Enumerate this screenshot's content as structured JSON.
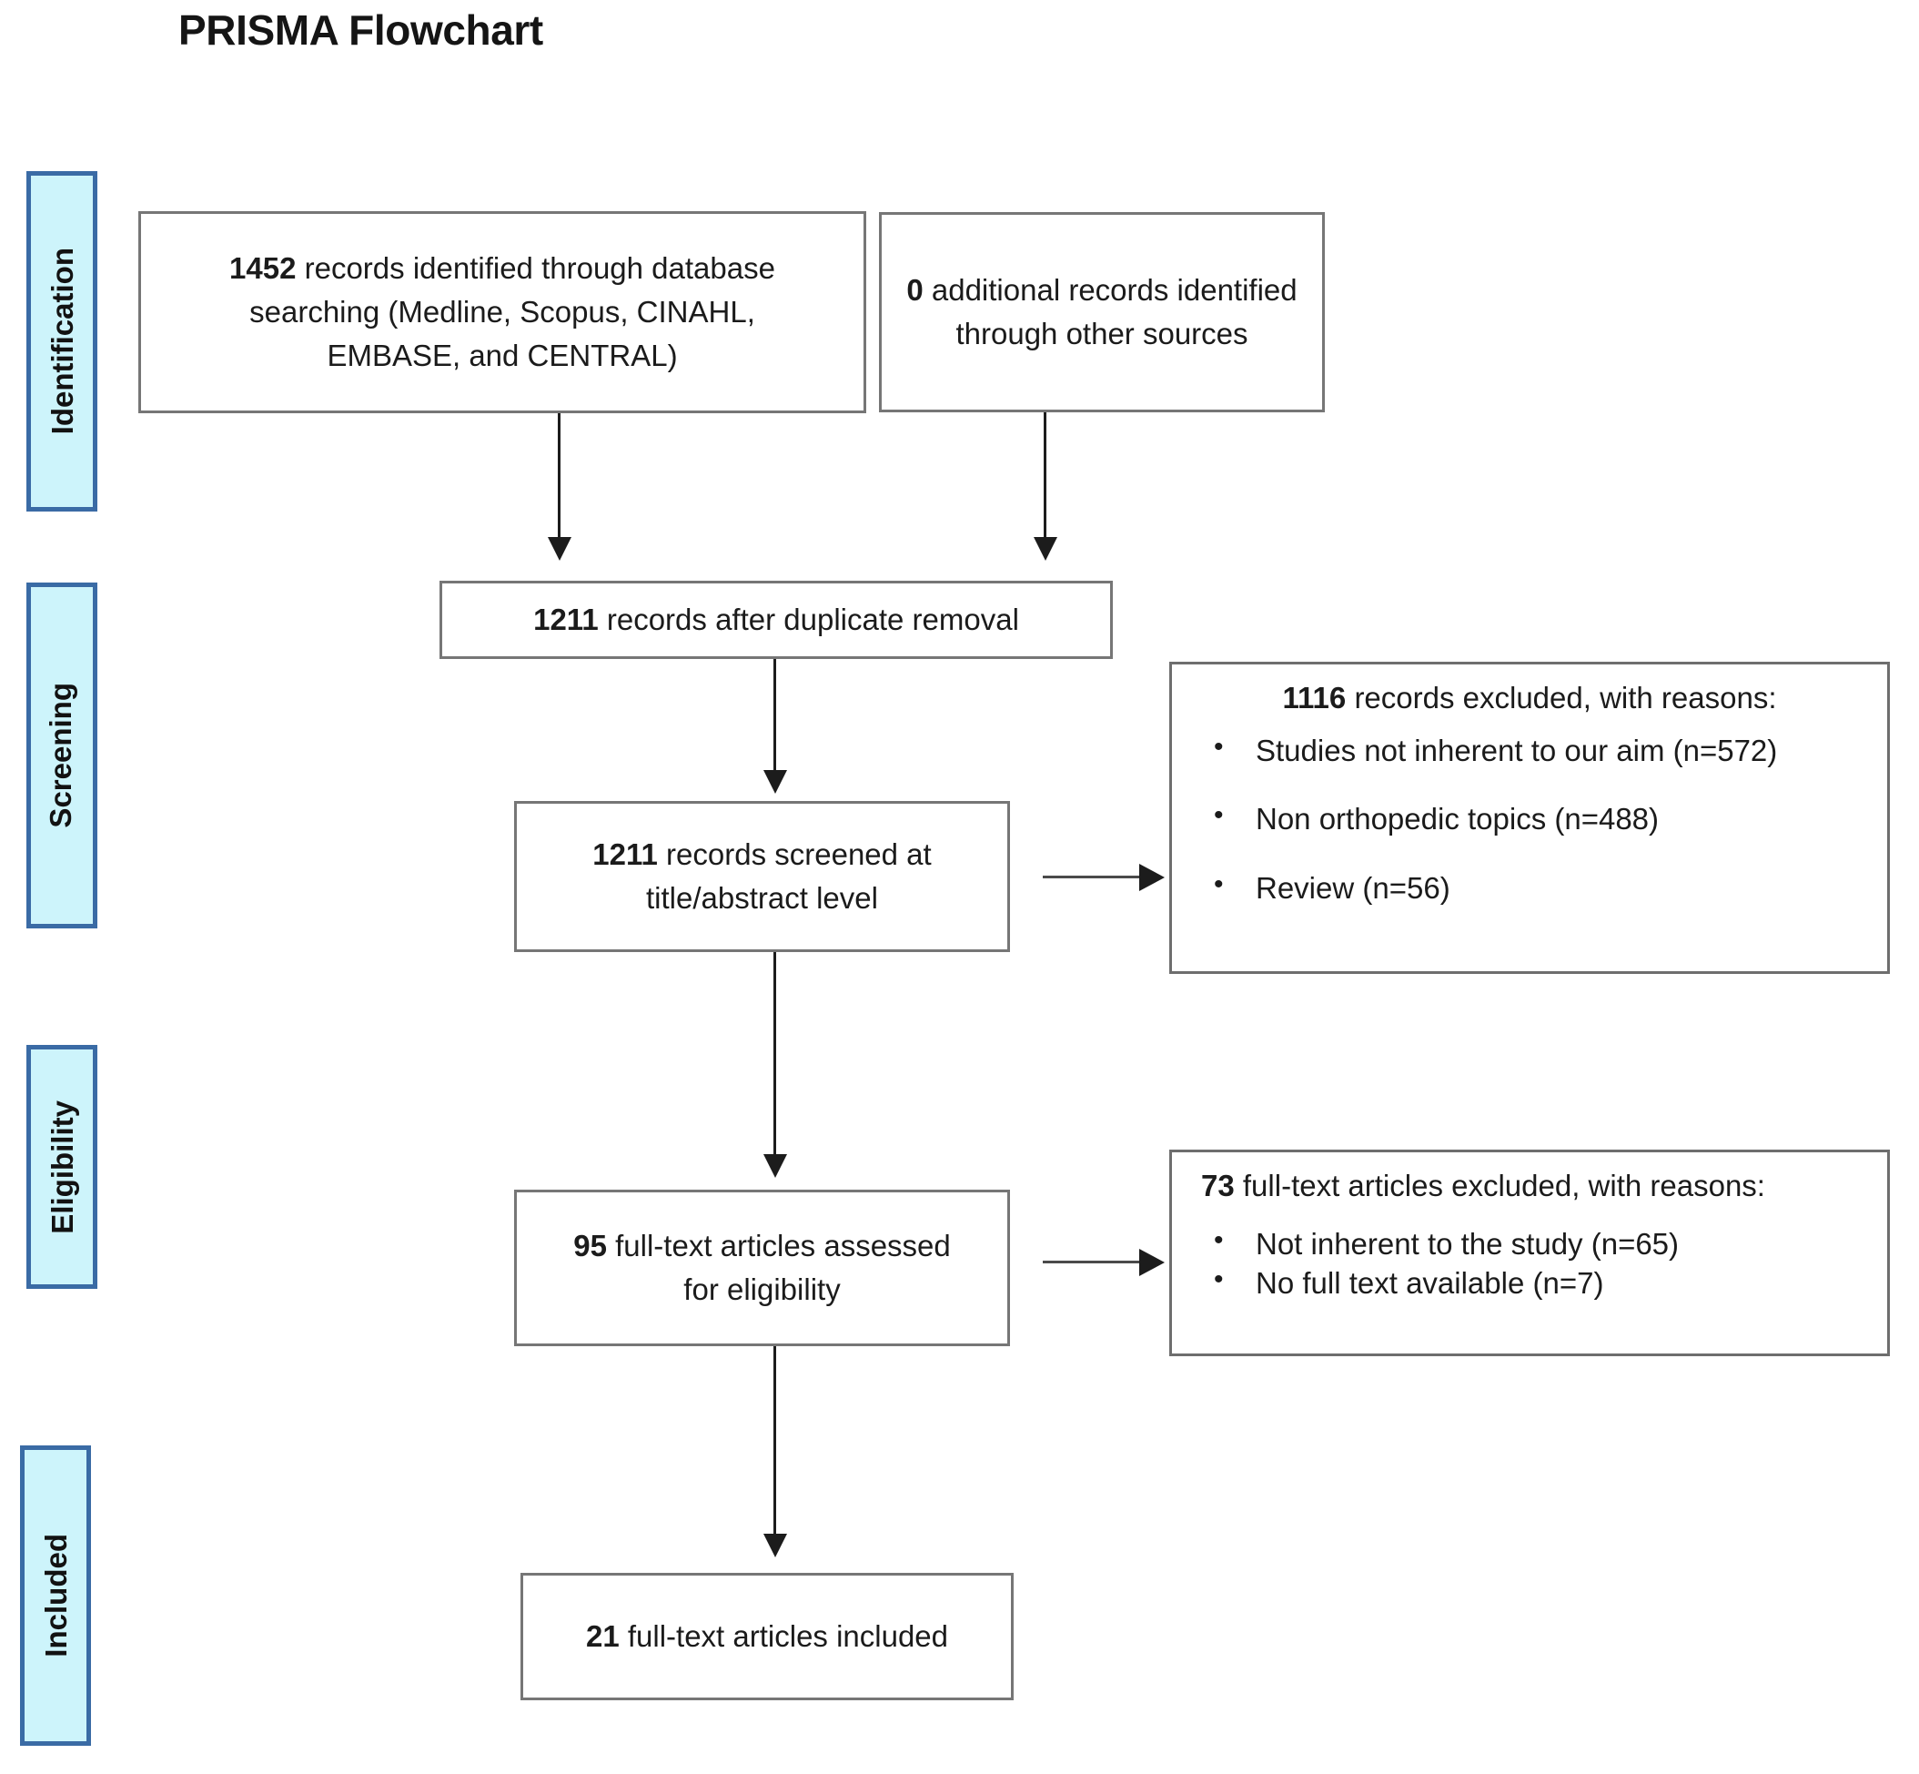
{
  "page": {
    "title": "PRISMA Flowchart"
  },
  "stages": [
    {
      "id": "identification",
      "label": "Identification"
    },
    {
      "id": "screening",
      "label": "Screening"
    },
    {
      "id": "eligibility",
      "label": "Eligibility"
    },
    {
      "id": "included",
      "label": "Included"
    }
  ],
  "boxes": {
    "db_search": {
      "count": "1452",
      "lines": [
        "records identified through database",
        "searching (Medline, Scopus, CINAHL,",
        "EMBASE, and CENTRAL)"
      ]
    },
    "other_sources": {
      "count": "0",
      "lines": [
        "additional records identified",
        "through other sources"
      ]
    },
    "dedup": {
      "count": "1211",
      "lines": [
        "records after duplicate removal"
      ]
    },
    "screened": {
      "count": "1211",
      "lines": [
        "records screened at",
        "title/abstract level"
      ]
    },
    "fulltext_assessed": {
      "count": "95",
      "lines": [
        "full-text articles assessed",
        "for eligibility"
      ]
    },
    "included": {
      "count": "21",
      "lines": [
        "full-text articles included"
      ]
    },
    "excluded_screening": {
      "count": "1116",
      "heading": "records excluded, with reasons:",
      "reasons": [
        "Studies not inherent to our aim (n=572)",
        "Non orthopedic topics (n=488)",
        "Review (n=56)"
      ]
    },
    "excluded_fulltext": {
      "count": "73",
      "heading": "full-text articles excluded, with reasons:",
      "reasons": [
        "Not inherent to the study (n=65)",
        "No full text available (n=7)"
      ]
    }
  },
  "colors": {
    "band_fill": "#cdf4fb",
    "band_border": "#3a6ba5",
    "box_border": "#767676",
    "connector": "#1c1c1c",
    "text": "#1b1b1b"
  }
}
